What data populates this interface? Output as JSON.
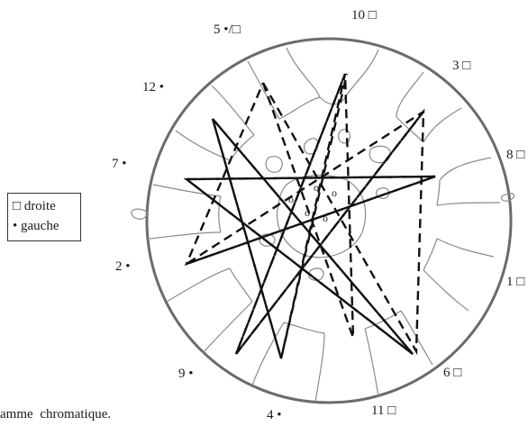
{
  "legend": {
    "items": [
      {
        "symbol": "□",
        "text": "droite"
      },
      {
        "symbol": "•",
        "text": "gauche"
      }
    ]
  },
  "caption": "amme chromatique.",
  "positions": [
    {
      "label": "10 □"
    },
    {
      "label": "3 □"
    },
    {
      "label": "8 □"
    },
    {
      "label": "1 □"
    },
    {
      "label": "6 □"
    },
    {
      "label": "11 □"
    },
    {
      "label": "4 •"
    },
    {
      "label": "9 •"
    },
    {
      "label": "2 •"
    },
    {
      "label": "7 •"
    },
    {
      "label": "12 •"
    },
    {
      "label": "5 •/□"
    }
  ],
  "colors": {
    "circle": "#6b6b6b",
    "cells": "#8a8a8a",
    "star": "#111111"
  }
}
